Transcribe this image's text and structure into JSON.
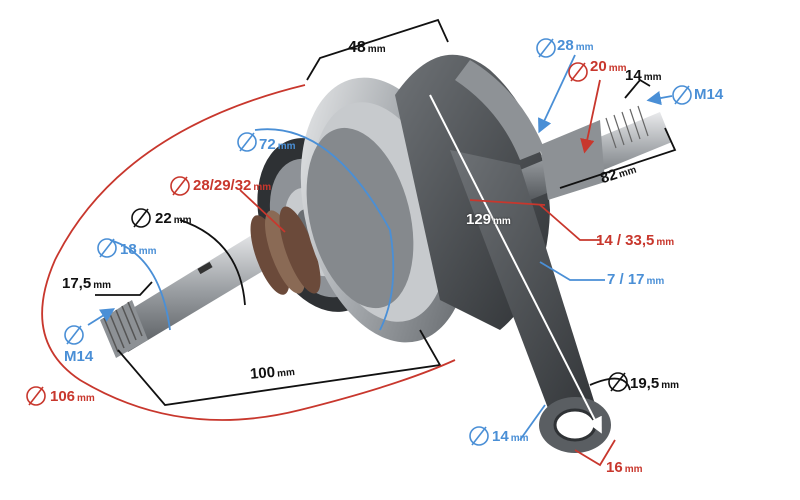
{
  "colors": {
    "blue": "#4a8fd6",
    "red": "#c8372d",
    "black": "#111111",
    "metal": "#9aa0a6"
  },
  "dimensions": {
    "d48": {
      "value": "48",
      "unit": "mm"
    },
    "d28": {
      "value": "28",
      "unit": "mm"
    },
    "d20": {
      "value": "20",
      "unit": "mm"
    },
    "d14top": {
      "value": "14",
      "unit": "mm"
    },
    "m14right": {
      "value": "M14"
    },
    "d82": {
      "value": "82",
      "unit": "mm"
    },
    "d72": {
      "value": "72",
      "unit": "mm"
    },
    "d282932": {
      "value": "28/29/32",
      "unit": "mm"
    },
    "d129": {
      "value": "129",
      "unit": "mm"
    },
    "d22": {
      "value": "22",
      "unit": "mm"
    },
    "d14_335": {
      "value": "14 / 33,5",
      "unit": "mm"
    },
    "d18": {
      "value": "18",
      "unit": "mm"
    },
    "d7_17": {
      "value": "7 / 17",
      "unit": "mm"
    },
    "d175": {
      "value": "17,5",
      "unit": "mm"
    },
    "m14left": {
      "value": "M14"
    },
    "d100": {
      "value": "100",
      "unit": "mm"
    },
    "d106": {
      "value": "106",
      "unit": "mm"
    },
    "d195": {
      "value": "19,5",
      "unit": "mm"
    },
    "d14bottom": {
      "value": "14",
      "unit": "mm"
    },
    "d16": {
      "value": "16",
      "unit": "mm"
    }
  }
}
